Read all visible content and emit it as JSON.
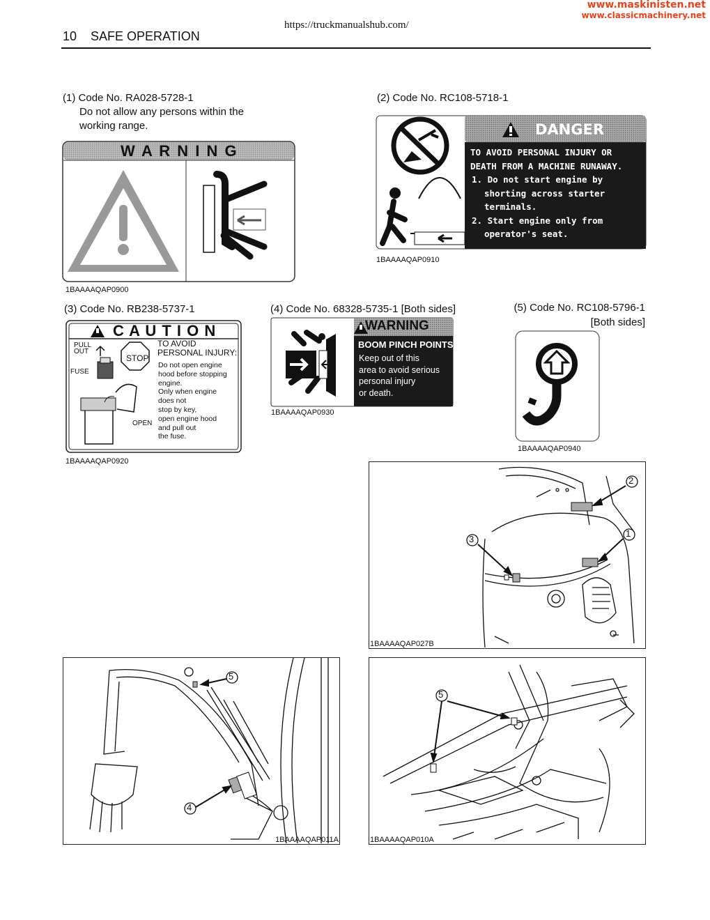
{
  "watermark": {
    "line1": "www.maskinisten.net",
    "line2": "www.classicmachinery.net"
  },
  "url": "https://truckmanualshub.com/",
  "header": {
    "page_number": "10",
    "section": "SAFE OPERATION"
  },
  "items": [
    {
      "num": "(1)",
      "code": "Code No. RA028-5728-1",
      "desc1": "Do not allow any persons within the",
      "desc2": "working range.",
      "img_code": "1BAAAAQAP0900",
      "decal": {
        "title": "W A R N I N G"
      }
    },
    {
      "num": "(2)",
      "code": "Code No. RC108-5718-1",
      "img_code": "1BAAAAQAP0910",
      "decal": {
        "title": "DANGER",
        "lines": [
          "TO AVOID PERSONAL INJURY OR",
          "DEATH FROM A MACHINE RUNAWAY.",
          "1. Do not start engine by",
          "shorting across starter",
          "terminals.",
          "2. Start engine only from",
          "operator's seat."
        ]
      }
    },
    {
      "num": "(3)",
      "code": "Code No. RB238-5737-1",
      "img_code": "1BAAAAQAP0920",
      "decal": {
        "title": "C A U T I O N",
        "pull": "PULL",
        "out": "OUT",
        "fuse": "FUSE",
        "stop": "STOP",
        "open": "OPEN",
        "head1": "TO AVOID",
        "head2": "PERSONAL INJURY:",
        "lines": [
          "Do not open engine",
          "hood before stopping",
          "engine.",
          "Only when engine",
          "does not",
          "stop by key,",
          "open engine hood",
          "and pull out",
          "the fuse."
        ]
      }
    },
    {
      "num": "(4)",
      "code": "Code No. 68328-5735-1 [Both sides]",
      "img_code": "1BAAAAQAP0930",
      "decal": {
        "title": "WARNING",
        "head": "BOOM PINCH POINTS:",
        "lines": [
          "Keep out of this",
          "area to avoid serious",
          "personal injury",
          "or death."
        ]
      }
    },
    {
      "num": "(5)",
      "code": "Code No. RC108-5796-1",
      "code2": "[Both sides]",
      "img_code": "1BAAAAQAP0940"
    }
  ],
  "figures": [
    {
      "code": "1BAAAAQAP027B",
      "markers": [
        "2",
        "1",
        "3"
      ]
    },
    {
      "code": "1BAAAAQAP011A",
      "markers": [
        "5",
        "4"
      ]
    },
    {
      "code": "1BAAAAQAP010A",
      "markers": [
        "5"
      ]
    }
  ],
  "colors": {
    "watermark": "#e8431c",
    "decal_dark": "#1a1a1a",
    "decal_grey": "#999999"
  }
}
